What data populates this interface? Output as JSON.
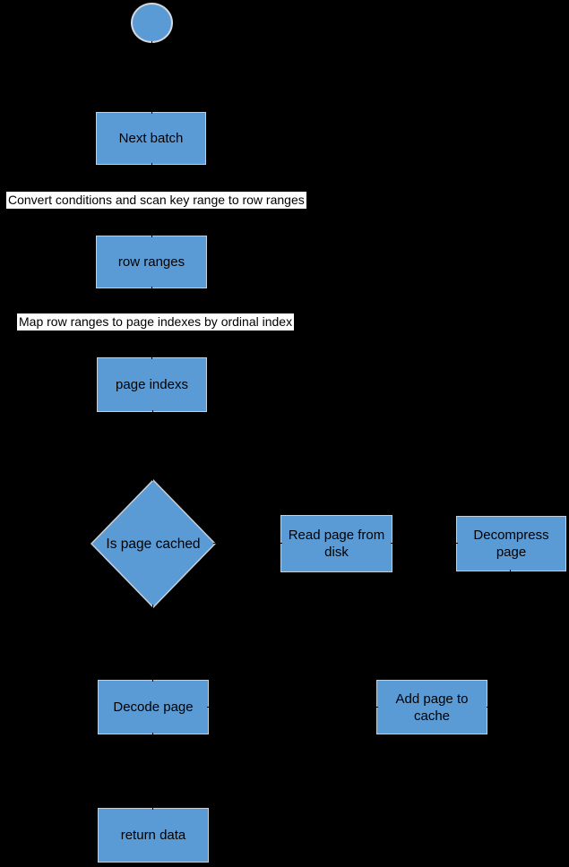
{
  "colors": {
    "background": "#000000",
    "node_fill": "#5b9bd5",
    "node_border": "#c7cfd8",
    "node_text": "#000000",
    "annotation_bg": "#ffffff",
    "annotation_text": "#000000",
    "connector": "#000000"
  },
  "nodes": {
    "start": {
      "shape": "circle",
      "label": ""
    },
    "next_batch": {
      "shape": "rect",
      "label": "Next batch"
    },
    "row_ranges": {
      "shape": "rect",
      "label": "row ranges"
    },
    "page_indexs": {
      "shape": "rect",
      "label": "page indexs"
    },
    "is_page_cached": {
      "shape": "diamond",
      "label": "Is page cached"
    },
    "read_page_from_disk": {
      "shape": "rect",
      "label": "Read page from disk"
    },
    "decompress_page": {
      "shape": "rect",
      "label": "Decompress page"
    },
    "decode_page": {
      "shape": "rect",
      "label": "Decode page"
    },
    "add_page_to_cache": {
      "shape": "rect",
      "label": "Add page to cache"
    },
    "return_data": {
      "shape": "rect",
      "label": "return data"
    }
  },
  "annotations": {
    "convert_conditions": {
      "text": "Convert conditions and scan key range to row ranges"
    },
    "map_row_ranges": {
      "text": "Map row ranges to page indexes by ordinal index"
    }
  }
}
